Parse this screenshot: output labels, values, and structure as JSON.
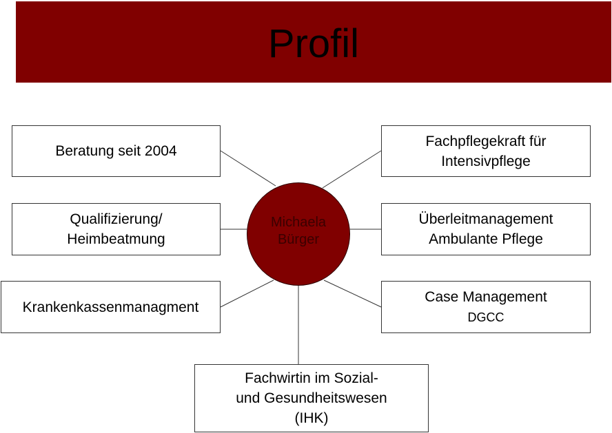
{
  "header": {
    "title": "Profil"
  },
  "colors": {
    "accent": "#800000",
    "line": "#333333"
  },
  "hub": {
    "text": "Michaela\nBürger"
  },
  "boxes": {
    "beratung": "Beratung seit 2004",
    "fachpflege": "Fachpflegekraft für\nIntensivpflege",
    "qualifizierung": "Qualifizierung/\nHeimbeatmung",
    "ueberleit": "Überleitmanagement\nAmbulante Pflege",
    "krankenkassen": "Krankenkassenmanagment",
    "case_management_line1": "Case Management",
    "case_management_line2": "DGCC",
    "fachwirtin": "Fachwirtin im Sozial-\nund Gesundheitswesen\n(IHK)"
  }
}
